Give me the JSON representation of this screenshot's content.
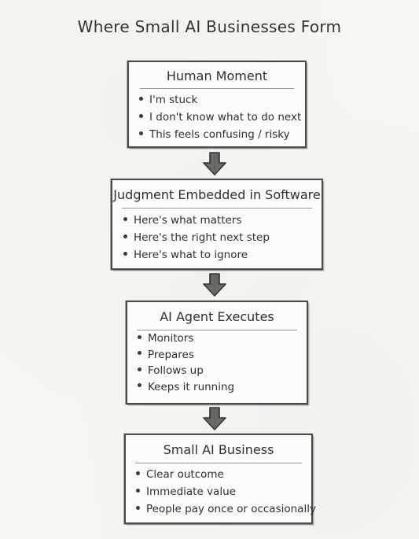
{
  "title": "Where Small AI Businesses Form",
  "boxes": [
    {
      "title": "Human Moment",
      "items": [
        "I'm stuck",
        "I don't know what to do next",
        "This feels confusing / risky"
      ]
    },
    {
      "title": "Judgment Embedded in Software",
      "items": [
        "Here's what matters",
        "Here's the right next step",
        "Here's what to ignore"
      ]
    },
    {
      "title": "AI Agent Executes",
      "items": [
        "Monitors",
        "Prepares",
        "Follows up",
        "Keeps it running"
      ]
    },
    {
      "title": "Small AI Business",
      "items": [
        "Clear outcome",
        "Immediate value",
        "People pay once or occasionally"
      ]
    }
  ],
  "colors": {
    "ink": "#2f2f2f",
    "paper": "#f7f6f3",
    "box_fill": "#fbfbfa"
  },
  "icons": [
    "down-arrow-icon",
    "bullet-dot-icon"
  ]
}
